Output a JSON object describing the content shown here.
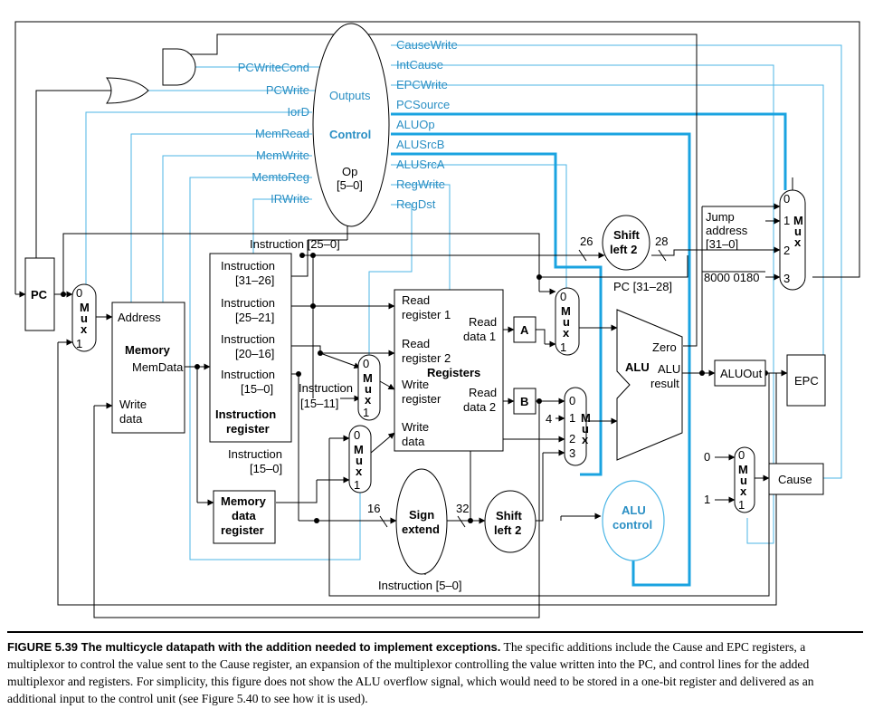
{
  "control": {
    "title": "Control",
    "outputs_label": "Outputs",
    "op_label": "Op",
    "op_bits": "[5–0]",
    "signals_left": [
      "PCWriteCond",
      "PCWrite",
      "IorD",
      "MemRead",
      "MemWrite",
      "MemtoReg",
      "IRWrite"
    ],
    "signals_right": [
      "CauseWrite",
      "IntCause",
      "EPCWrite",
      "PCSource",
      "ALUOp",
      "ALUSrcB",
      "ALUSrcA",
      "RegWrite",
      "RegDst"
    ]
  },
  "pc": {
    "label": "PC"
  },
  "mux_label": "M\nu\nx",
  "mux_inputs": {
    "zero": "0",
    "one": "1",
    "two": "2",
    "three": "3"
  },
  "memory": {
    "title": "Memory",
    "address": "Address",
    "memdata": "MemData",
    "write": "Write",
    "data": "data"
  },
  "instruction_register": {
    "title_line1": "Instruction",
    "title_line2": "register",
    "fields": [
      {
        "line1": "Instruction",
        "line2": "[31–26]"
      },
      {
        "line1": "Instruction",
        "line2": "[25–21]"
      },
      {
        "line1": "Instruction",
        "line2": "[20–16]"
      },
      {
        "line1": "Instruction",
        "line2": "[15–0]"
      }
    ],
    "below_line1": "Instruction",
    "below_line2": "[15–0]",
    "mux_in_line1": "Instruction",
    "mux_in_line2": "[15–11]",
    "top_bus": "Instruction [25–0]"
  },
  "mdr": {
    "line1": "Memory",
    "line2": "data",
    "line3": "register"
  },
  "registers": {
    "title": "Registers",
    "read1_line1": "Read",
    "read1_line2": "register 1",
    "read2_line1": "Read",
    "read2_line2": "register 2",
    "write_line1": "Write",
    "write_line2": "register",
    "wdata_line1": "Write",
    "wdata_line2": "data",
    "rdata1_line1": "Read",
    "rdata1_line2": "data 1",
    "rdata2_line1": "Read",
    "rdata2_line2": "data 2"
  },
  "reg_a": "A",
  "reg_b": "B",
  "sign_extend": {
    "line1": "Sign",
    "line2": "extend"
  },
  "shift_left_2": {
    "line1": "Shift",
    "line2": "left 2"
  },
  "alu": {
    "label": "ALU",
    "zero": "Zero",
    "result_line1": "ALU",
    "result_line2": "result"
  },
  "alu_control": {
    "line1": "ALU",
    "line2": "control"
  },
  "aluout": "ALUOut",
  "epc": "EPC",
  "cause": "Cause",
  "jump": {
    "line1": "Jump",
    "line2": "address",
    "line3": "[31–0]"
  },
  "exception_address": "8000 0180",
  "pc_upper": "PC [31–28]",
  "bus_widths": {
    "w26": "26",
    "w28": "28",
    "w16": "16",
    "w32": "32",
    "w4": "4"
  },
  "instr_5_0": "Instruction [5–0]",
  "cause_inputs": {
    "zero": "0",
    "one": "1"
  },
  "caption": {
    "figure_title": "FIGURE 5.39 The multicycle datapath with the addition needed to implement exceptions.",
    "body": "The specific additions include the Cause and EPC registers, a multiplexor to control the value sent to the Cause register, an expansion of the multiplexor controlling the value written into the PC, and control lines for the added multiplexor and registers. For simplicity, this figure does not show the ALU overflow signal, which would need to be stored in a one-bit register and delivered as an additional input to the control unit (see Figure 5.40 to see how it is used)."
  },
  "colors": {
    "control": "#4cb6e6",
    "control_thick": "#1aa3e0",
    "datapath": "#000000"
  }
}
